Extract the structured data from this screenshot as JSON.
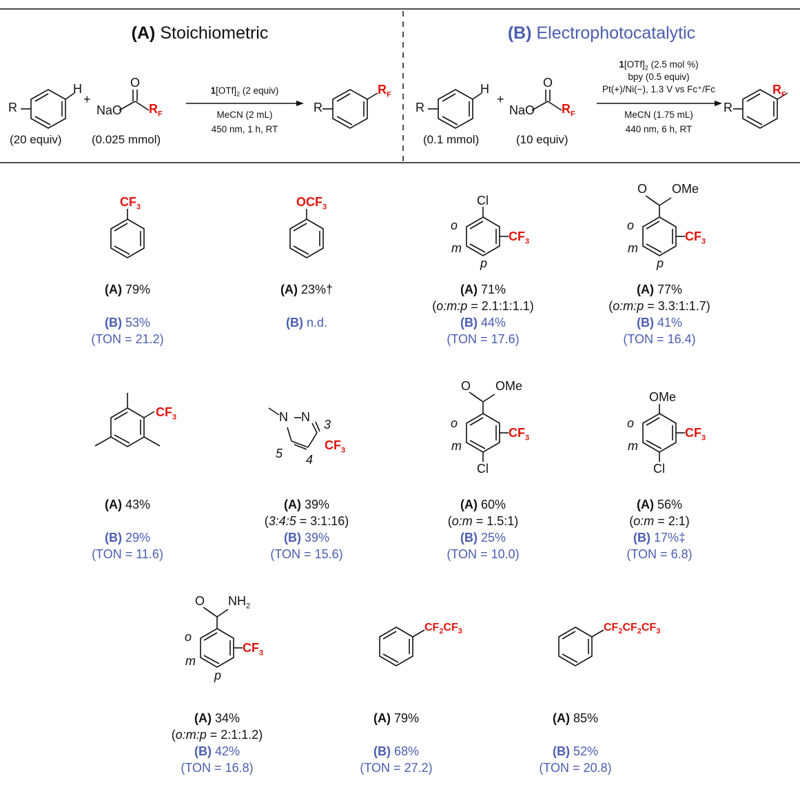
{
  "header": {
    "a_label": "(A)",
    "a_title": "Stoichiometric",
    "b_label": "(B)",
    "b_title": "Electrophotocatalytic"
  },
  "scheme_a": {
    "arene_sub": "R",
    "arene_h": "H",
    "plus": "+",
    "salt": "NaO",
    "carbonyl_o": "O",
    "rf": "R",
    "rf_sub": "F",
    "cond1_bold": "1",
    "cond1_rest": "[OTf]",
    "cond1_sub": "2",
    "cond1_tail": " (2 equiv)",
    "cond2": "MeCN (2 mL)",
    "cond3": "450 nm, 1 h, RT",
    "arene_amount": "(20 equiv)",
    "salt_amount": "(0.025 mmol)"
  },
  "scheme_b": {
    "cond1_bold": "1",
    "cond1_rest": "[OTf]",
    "cond1_sub": "2",
    "cond1_tail": " (2.5 mol %)",
    "cond2": "bpy (0.5 equiv)",
    "cond3": "Pt(+)/Ni(−), 1.3 V vs Fc⁺/Fc",
    "cond4": "MeCN (1.75 mL)",
    "cond5": "440 nm, 6 h, RT",
    "arene_amount": "(0.1 mmol)",
    "salt_amount": "(10 equiv)"
  },
  "products": [
    {
      "a_label": "(A)",
      "a_yield": "79%",
      "ratio": "",
      "b_label": "(B)",
      "b_yield": "53%",
      "ton": "(TON = 21.2)"
    },
    {
      "a_label": "(A)",
      "a_yield": "23%†",
      "ratio": "",
      "b_label": "(B)",
      "b_yield": "n.d.",
      "ton": ""
    },
    {
      "a_label": "(A)",
      "a_yield": "71%",
      "ratio": "(o:m:p = 2.1:1:1.1)",
      "b_label": "(B)",
      "b_yield": "44%",
      "ton": "(TON = 17.6)"
    },
    {
      "a_label": "(A)",
      "a_yield": "77%",
      "ratio": "(o:m:p = 3.3:1:1.7)",
      "b_label": "(B)",
      "b_yield": "41%",
      "ton": "(TON = 16.4)"
    },
    {
      "a_label": "(A)",
      "a_yield": "43%",
      "ratio": "",
      "b_label": "(B)",
      "b_yield": "29%",
      "ton": "(TON = 11.6)"
    },
    {
      "a_label": "(A)",
      "a_yield": "39%",
      "ratio": "(3:4:5 = 3:1:16)",
      "b_label": "(B)",
      "b_yield": "39%",
      "ton": "(TON = 15.6)"
    },
    {
      "a_label": "(A)",
      "a_yield": "60%",
      "ratio": "(o:m = 1.5:1)",
      "b_label": "(B)",
      "b_yield": "25%",
      "ton": "(TON = 10.0)"
    },
    {
      "a_label": "(A)",
      "a_yield": "56%",
      "ratio": "(o:m = 2:1)",
      "b_label": "(B)",
      "b_yield": "17%‡",
      "ton": "(TON = 6.8)"
    },
    {
      "a_label": "(A)",
      "a_yield": "34%",
      "ratio": "(o:m:p = 2:1:1.2)",
      "b_label": "(B)",
      "b_yield": "42%",
      "ton": "(TON = 16.8)"
    },
    {
      "a_label": "(A)",
      "a_yield": "79%",
      "ratio": "",
      "b_label": "(B)",
      "b_yield": "68%",
      "ton": "(TON = 27.2)"
    },
    {
      "a_label": "(A)",
      "a_yield": "85%",
      "ratio": "",
      "b_label": "(B)",
      "b_yield": "52%",
      "ton": "(TON = 20.8)"
    }
  ],
  "structures": {
    "cf3_c": "CF",
    "cf3_sub": "3",
    "ocf3": "OCF",
    "cl": "Cl",
    "ome": "OMe",
    "o_atom": "O",
    "nh": "NH",
    "nh_sub": "2",
    "n_atom": "N",
    "pos_o": "o",
    "pos_m": "m",
    "pos_p": "p",
    "pz3": "3",
    "pz4": "4",
    "pz5": "5",
    "c2f5": "CF",
    "c2f5_sub1": "2",
    "c2f5_mid": "CF",
    "c2f5_sub2": "3",
    "c3f7_a": "CF",
    "c3f7_s1": "2",
    "c3f7_b": "CF",
    "c3f7_s2": "2",
    "c3f7_c": "CF",
    "c3f7_s3": "3"
  },
  "colors": {
    "accent_blue": "#4a5db0",
    "rf_red": "#e3120b"
  }
}
